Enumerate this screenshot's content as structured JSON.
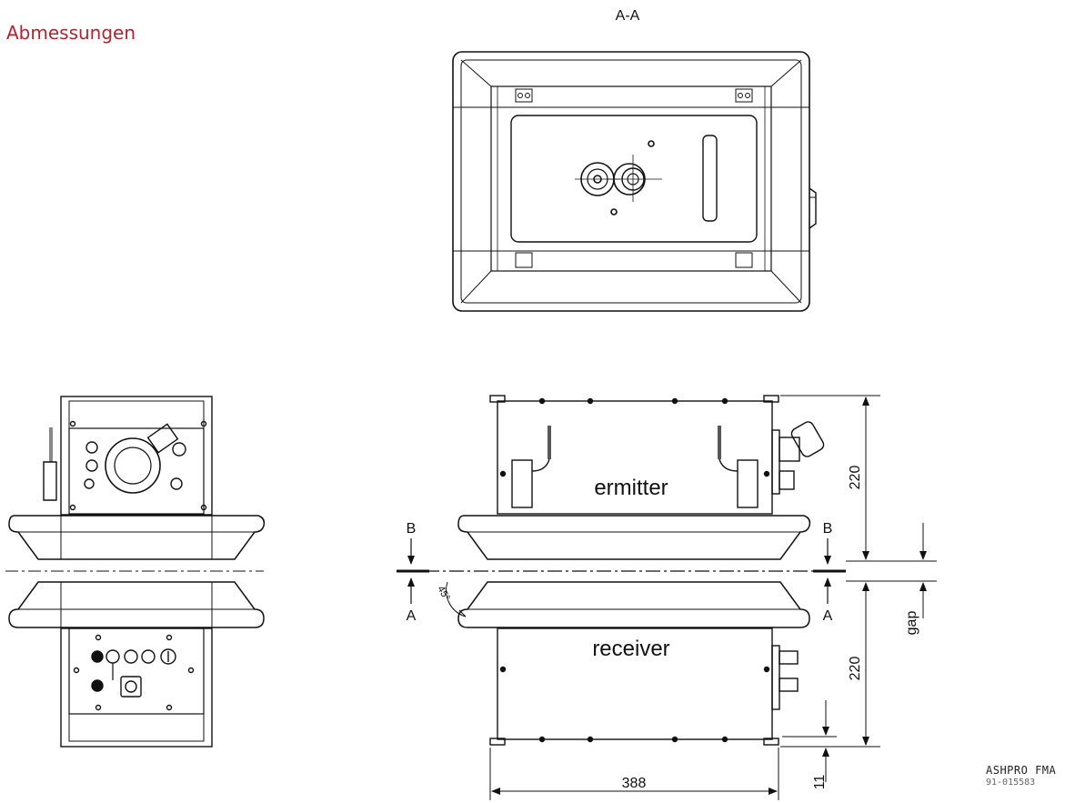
{
  "header": {
    "title": "Abmessungen"
  },
  "views": {
    "section_aa": "A-A",
    "section_b": "B",
    "section_a": "A",
    "angle": "45°"
  },
  "labels": {
    "emitter": "ermitter",
    "receiver": "receiver"
  },
  "dimensions": {
    "emitter_height": "220",
    "receiver_height": "220",
    "gap": "gap",
    "width": "388",
    "foot": "11"
  },
  "footer": {
    "product": "ASHPRO FMA",
    "doc_number": "91-015583"
  }
}
